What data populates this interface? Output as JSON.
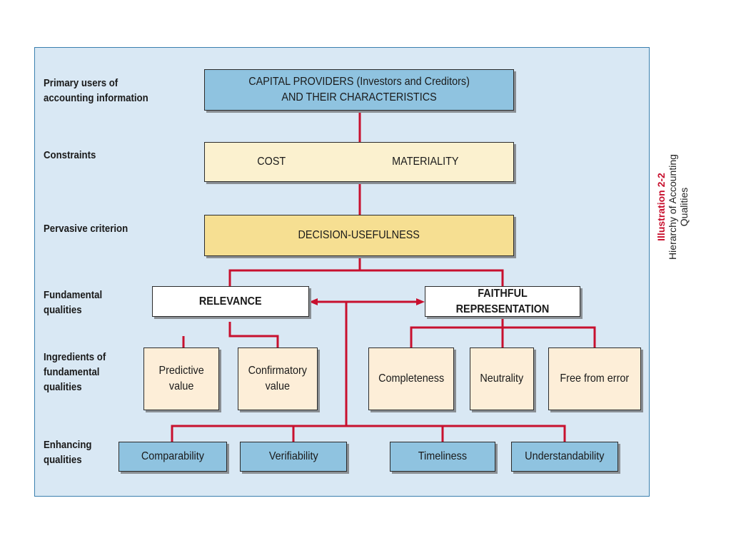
{
  "row_labels": {
    "primary_users": "Primary users of\naccounting information",
    "constraints": "Constraints",
    "pervasive": "Pervasive criterion",
    "fundamental": "Fundamental\nqualities",
    "ingredients": "Ingredients of\nfundamental\nqualities",
    "enhancing": "Enhancing\nqualities"
  },
  "boxes": {
    "capital_providers": "CAPITAL PROVIDERS (Investors and Creditors)\nAND THEIR CHARACTERISTICS",
    "cost": "COST",
    "materiality": "MATERIALITY",
    "decision_usefulness": "DECISION-USEFULNESS",
    "relevance": "RELEVANCE",
    "faithful_representation": "FAITHFUL REPRESENTATION",
    "predictive_value": "Predictive\nvalue",
    "confirmatory_value": "Confirmatory\nvalue",
    "completeness": "Completeness",
    "neutrality": "Neutrality",
    "free_from_error": "Free from error",
    "comparability": "Comparability",
    "verifiability": "Verifiability",
    "timeliness": "Timeliness",
    "understandability": "Understandability"
  },
  "caption": {
    "label": "Illustration",
    "number": "2-2",
    "title": "Hierarchy of Accounting Qualities"
  },
  "colors": {
    "connector": "#c8102e",
    "panel": "#d9e8f4",
    "blue_box": "#8fc3e0",
    "gold_box": "#f6df92"
  }
}
